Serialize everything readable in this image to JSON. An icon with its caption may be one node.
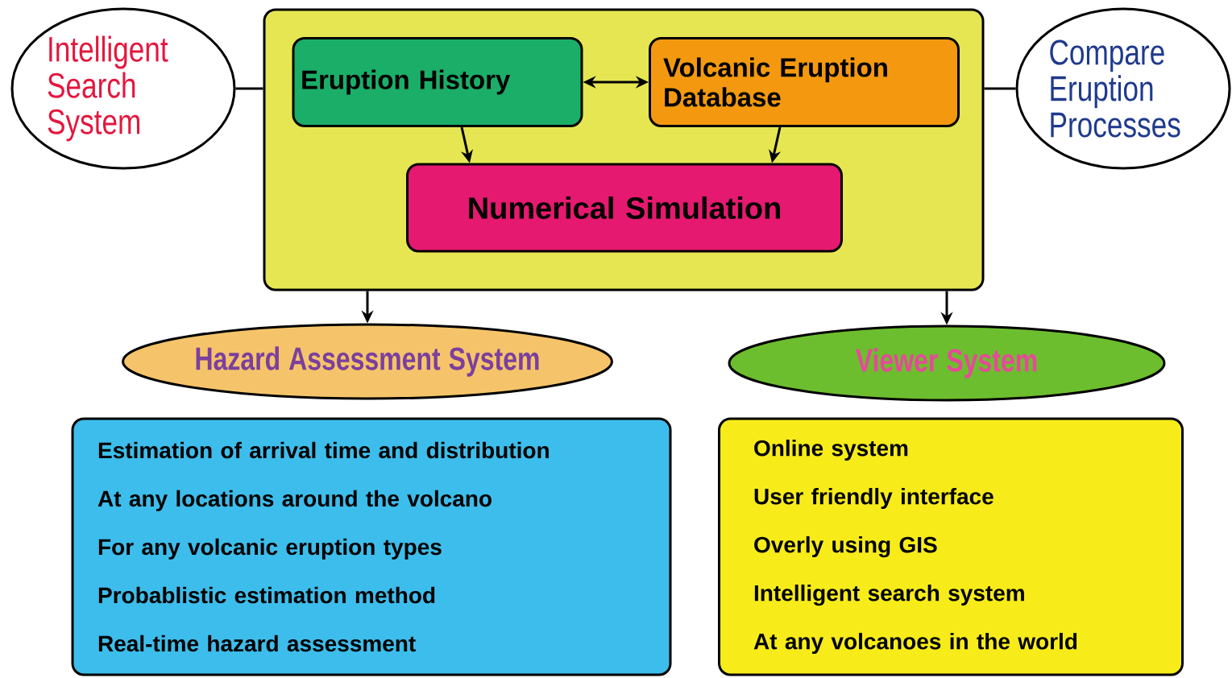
{
  "diagram": {
    "nodes": [
      {
        "text": [
          "Intelligent Search System"
        ]
      },
      {
        "text": [],
        "shape": "box"
      },
      {
        "text": [
          "Eruption History"
        ],
        "in": 1
      },
      {
        "text": [
          "Volcanic Eruption Database"
        ],
        "in": 1
      },
      {
        "text": [
          "Numerical Simulation"
        ],
        "in": 1
      },
      {
        "text": [
          "Compare Eruption Processes"
        ]
      },
      {
        "text": [
          "Hazard Assessment System"
        ]
      },
      {
        "text": [
          "Viewer System"
        ]
      },
      {
        "text": [
          "Estimation of arrival time and distribution",
          "At any locations around the volcano",
          "For any volcanic eruption types",
          "Probablistic estimation method",
          "Real-time hazard assessment"
        ]
      },
      {
        "text": [
          "Online system",
          "User friendly interface",
          "Overly using GIS",
          "Intelligent search system",
          "At any volcanoes in the world"
        ]
      }
    ],
    "edges": [
      {
        "from": 0,
        "to": 1,
        "arrow": "none"
      },
      {
        "from": 2,
        "to": 3,
        "arrow": "both"
      },
      {
        "from": 2,
        "to": 4,
        "arrow": "to"
      },
      {
        "from": 3,
        "to": 4,
        "arrow": "to"
      },
      {
        "from": 1,
        "to": 5,
        "arrow": "none"
      },
      {
        "from": 1,
        "to": 6,
        "arrow": "to"
      },
      {
        "from": 1,
        "to": 7,
        "arrow": "to"
      }
    ]
  }
}
